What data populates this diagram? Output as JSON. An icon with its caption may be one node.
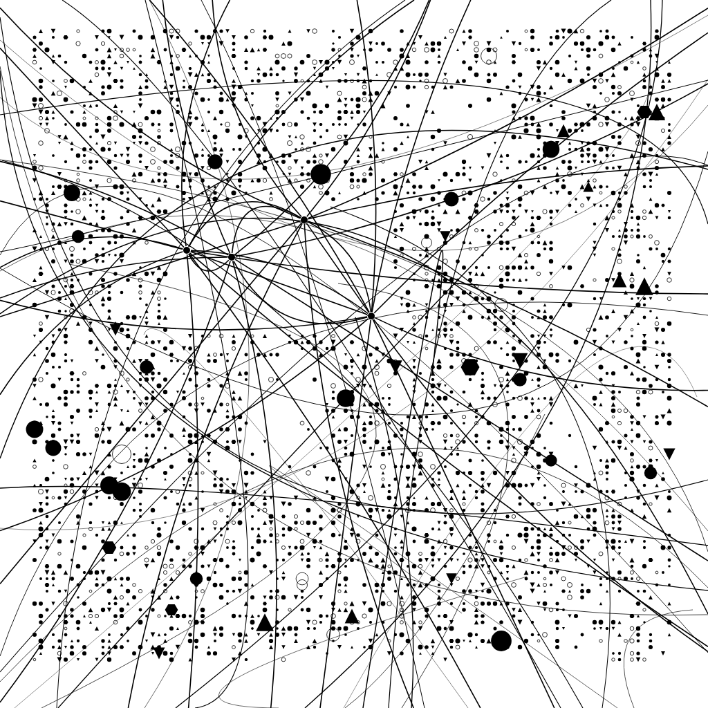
{
  "diagram": {
    "nodes": [
      {
        "text": [],
        "shape": "circle"
      },
      {
        "text": [],
        "shape": "circle"
      },
      {
        "text": [],
        "shape": "circle"
      },
      {
        "text": [],
        "shape": "circle"
      }
    ],
    "edges": [
      {
        "from": 0,
        "to": 1,
        "arrow": "none"
      },
      {
        "from": 0,
        "to": 2,
        "arrow": "none"
      },
      {
        "from": 1,
        "to": 2,
        "arrow": "none"
      },
      {
        "from": 0,
        "to": 3,
        "arrow": "none"
      },
      {
        "from": 3,
        "to": 2,
        "arrow": "none"
      },
      {
        "from": 3,
        "to": 1,
        "arrow": "none"
      },
      {
        "from": 1,
        "to": 2,
        "arrow": "none"
      },
      {
        "from": 0,
        "to": 2,
        "arrow": "none"
      },
      {
        "from": 0,
        "to": null,
        "arrow": "none"
      },
      {
        "from": 0,
        "to": null,
        "arrow": "none"
      },
      {
        "from": 0,
        "to": null,
        "arrow": "none"
      },
      {
        "from": 0,
        "to": null,
        "arrow": "none"
      },
      {
        "from": 0,
        "to": null,
        "arrow": "none"
      },
      {
        "from": 0,
        "to": null,
        "arrow": "none"
      },
      {
        "from": 0,
        "to": null,
        "arrow": "none"
      },
      {
        "from": 0,
        "to": null,
        "arrow": "none"
      },
      {
        "from": 0,
        "to": null,
        "arrow": "none"
      },
      {
        "from": 0,
        "to": null,
        "arrow": "none"
      },
      {
        "from": 1,
        "to": null,
        "arrow": "none"
      },
      {
        "from": 1,
        "to": null,
        "arrow": "none"
      },
      {
        "from": 1,
        "to": null,
        "arrow": "none"
      },
      {
        "from": 1,
        "to": null,
        "arrow": "none"
      },
      {
        "from": 1,
        "to": null,
        "arrow": "none"
      },
      {
        "from": 1,
        "to": null,
        "arrow": "none"
      },
      {
        "from": 1,
        "to": null,
        "arrow": "none"
      },
      {
        "from": 1,
        "to": null,
        "arrow": "none"
      },
      {
        "from": 1,
        "to": null,
        "arrow": "none"
      },
      {
        "from": 1,
        "to": null,
        "arrow": "none"
      },
      {
        "from": 2,
        "to": null,
        "arrow": "none"
      },
      {
        "from": 2,
        "to": null,
        "arrow": "none"
      },
      {
        "from": 2,
        "to": null,
        "arrow": "none"
      },
      {
        "from": 2,
        "to": null,
        "arrow": "none"
      },
      {
        "from": 2,
        "to": null,
        "arrow": "none"
      },
      {
        "from": 2,
        "to": null,
        "arrow": "none"
      },
      {
        "from": 2,
        "to": null,
        "arrow": "none"
      },
      {
        "from": 2,
        "to": null,
        "arrow": "none"
      },
      {
        "from": 2,
        "to": null,
        "arrow": "none"
      },
      {
        "from": 2,
        "to": null,
        "arrow": "none"
      },
      {
        "from": 3,
        "to": null,
        "arrow": "none"
      },
      {
        "from": 3,
        "to": null,
        "arrow": "none"
      },
      {
        "from": 3,
        "to": null,
        "arrow": "none"
      },
      {
        "from": 3,
        "to": null,
        "arrow": "none"
      },
      {
        "from": 3,
        "to": null,
        "arrow": "none"
      },
      {
        "from": 3,
        "to": null,
        "arrow": "none"
      },
      {
        "from": 3,
        "to": null,
        "arrow": "none"
      },
      {
        "from": 3,
        "to": null,
        "arrow": "none"
      }
    ]
  }
}
